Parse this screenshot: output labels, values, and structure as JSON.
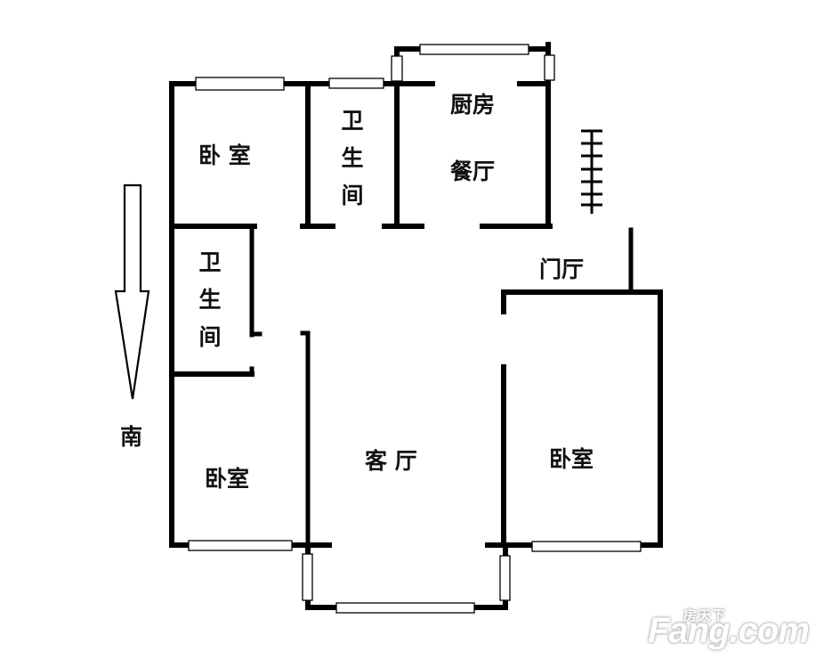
{
  "floorplan": {
    "rooms": {
      "bedroom_nw": "卧 室",
      "bathroom_top": [
        "卫",
        "生",
        "间"
      ],
      "kitchen": "厨房",
      "dining": "餐厅",
      "bathroom_left": [
        "卫",
        "生",
        "间"
      ],
      "bedroom_sw": "卧室",
      "living_room": "客 厅",
      "bedroom_e": "卧室",
      "foyer": "门厅"
    },
    "compass": {
      "direction_label": "南",
      "arrow": "down-arrow-icon"
    },
    "stairs_icon": "stairs-icon",
    "colors": {
      "wall": "#000000",
      "background": "#ffffff",
      "window_fill": "#ffffff"
    }
  },
  "watermark": {
    "chinese": "房天下",
    "brand": "Fang.com"
  }
}
